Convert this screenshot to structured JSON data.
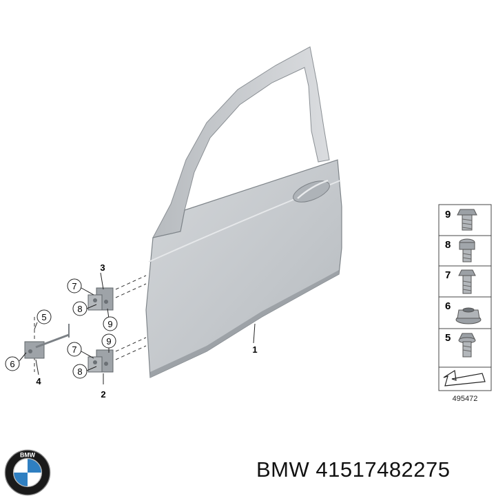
{
  "callouts": {
    "door": "1",
    "hinge_lower": "2",
    "hinge_upper": "3",
    "check_strap": "4",
    "bolt_5": "5",
    "nut_6": "6",
    "bolt_7": "7",
    "bolt_8": "8",
    "bolt_9": "9"
  },
  "legend": {
    "items": [
      "9",
      "8",
      "7",
      "6",
      "5"
    ],
    "figure_number": "495472"
  },
  "brand": {
    "logo_text": "BMW",
    "part_caption": "BMW 41517482275"
  },
  "colors": {
    "door_fill": "#c9cdd1",
    "door_shade": "#a9aeb3",
    "part_grey": "#8f9398",
    "bmw_blue": "#2f7fc1"
  }
}
